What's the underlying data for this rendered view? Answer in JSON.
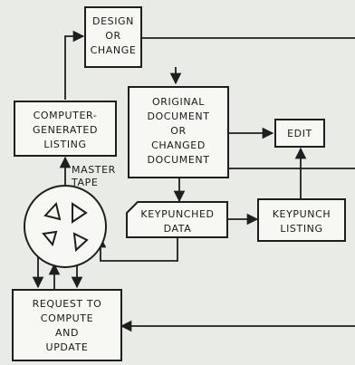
{
  "nodes": {
    "design_or_change": [
      "DESIGN",
      "OR",
      "CHANGE"
    ],
    "original_document": [
      "ORIGINAL",
      "DOCUMENT",
      "OR",
      "CHANGED",
      "DOCUMENT"
    ],
    "edit": [
      "EDIT"
    ],
    "computer_generated_listing": [
      "COMPUTER-",
      "GENERATED",
      "LISTING"
    ],
    "master_tape": [
      "MASTER",
      "TAPE"
    ],
    "keypunched_data": [
      "KEYPUNCHED",
      "DATA"
    ],
    "keypunch_listing": [
      "KEYPUNCH",
      "LISTING"
    ],
    "request_to_compute": [
      "REQUEST TO",
      "COMPUTE",
      "AND",
      "UPDATE"
    ]
  },
  "colors": {
    "background": "#e9ebe6",
    "box_fill": "#f7f7f4",
    "ink": "#1e1e1e"
  }
}
